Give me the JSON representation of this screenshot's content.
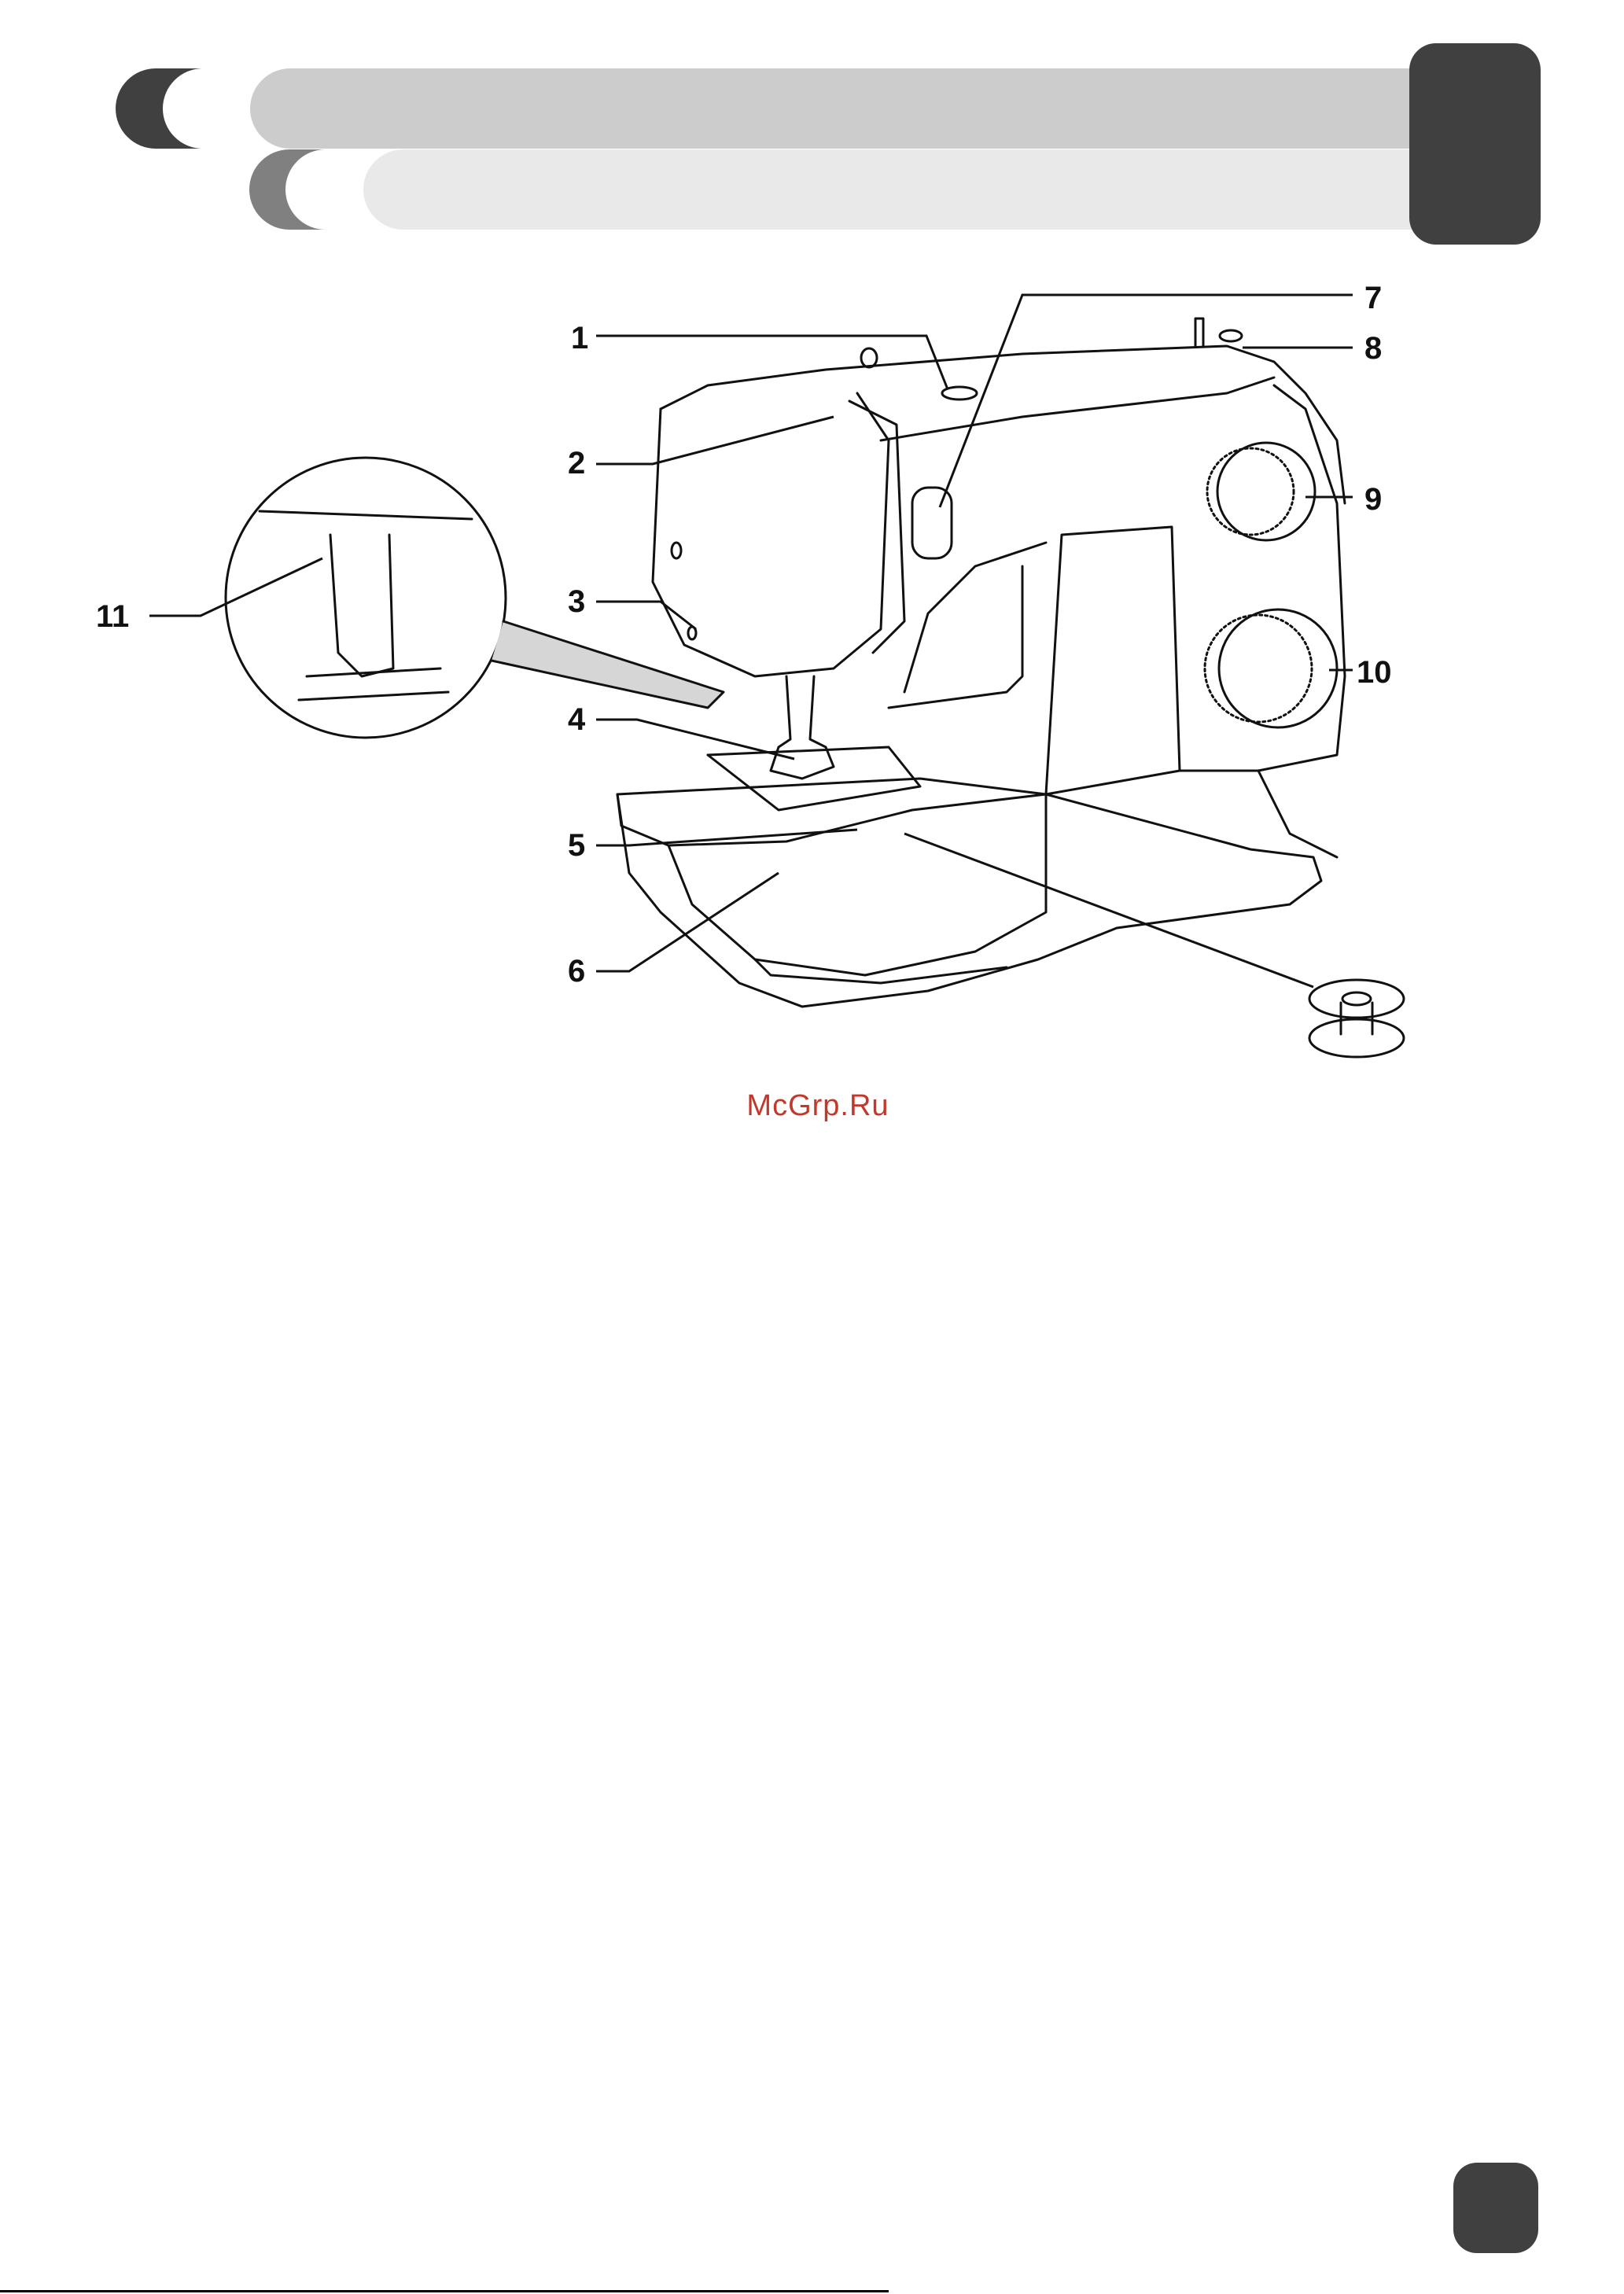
{
  "header": {
    "chapter_title": "",
    "section_title": ""
  },
  "figure": {
    "callouts": [
      {
        "id": "1",
        "label": "1"
      },
      {
        "id": "2",
        "label": "2"
      },
      {
        "id": "3",
        "label": "3"
      },
      {
        "id": "4",
        "label": "4"
      },
      {
        "id": "5",
        "label": "5"
      },
      {
        "id": "6",
        "label": "6"
      },
      {
        "id": "7",
        "label": "7"
      },
      {
        "id": "8",
        "label": "8"
      },
      {
        "id": "9",
        "label": "9"
      },
      {
        "id": "10",
        "label": "10"
      },
      {
        "id": "11",
        "label": "11"
      }
    ]
  },
  "watermark": "McGrp.Ru",
  "footer": {
    "page_number": ""
  },
  "colors": {
    "dark_gray": "#404040",
    "mid_gray": "#808080",
    "light_gray": "#cccccc",
    "lighter_gray": "#e9e9e9",
    "watermark_red": "#c0392b"
  }
}
